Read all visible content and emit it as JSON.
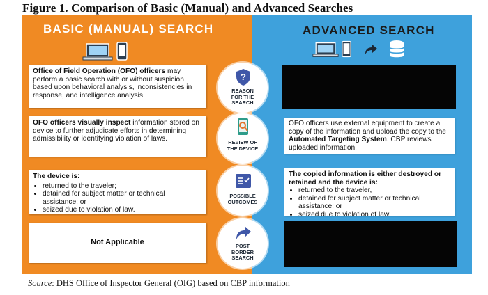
{
  "figure": {
    "title": "Figure 1. Comparison of Basic (Manual) and Advanced Searches",
    "source_label": "Source",
    "source_text": ": DHS Office of Inspector General (OIG) based on CBP information"
  },
  "columns": {
    "basic": {
      "heading": "BASIC (MANUAL) SEARCH",
      "color": "#f08a23"
    },
    "advanced": {
      "heading": "ADVANCED SEARCH",
      "color": "#3ea1dc"
    }
  },
  "rows": [
    {
      "label": "REASON\nFOR THE\nSEARCH",
      "icon": "question-shield-icon",
      "basic": {
        "strong": "Office of Field Operation (OFO) officers",
        "text": " may perform a basic search with or without suspicion based upon behavioral analysis, inconsistencies in response, and intelligence analysis."
      },
      "advanced": {
        "redacted": true
      }
    },
    {
      "label": "REVIEW OF\nTHE DEVICE",
      "icon": "phone-magnifier-icon",
      "basic": {
        "strong": "OFO officers visually inspect",
        "text": " information stored on device to further adjudicate efforts in determining admissibility or identifying violation of laws."
      },
      "advanced": {
        "text_before": "OFO officers use external equipment to create a copy of the information and upload the copy to the ",
        "strong": "Automated Targeting System",
        "text_after": ". CBP reviews uploaded information."
      }
    },
    {
      "label": "POSSIBLE\nOUTCOMES",
      "icon": "checklist-icon",
      "basic": {
        "strong": "The device is:",
        "items": [
          "returned to the traveler;",
          "detained for subject matter or technical assistance; or",
          "seized due to violation of law."
        ]
      },
      "advanced": {
        "strong": "The copied information is either destroyed or retained and the device is:",
        "items": [
          "returned to the traveler,",
          "detained for subject matter or technical assistance; or",
          "seized due to violation of law."
        ]
      }
    },
    {
      "label": "POST\nBORDER\nSEARCH",
      "icon": "share-arrow-icon",
      "basic": {
        "strong": "Not Applicable"
      },
      "advanced": {
        "redacted": true
      }
    }
  ]
}
